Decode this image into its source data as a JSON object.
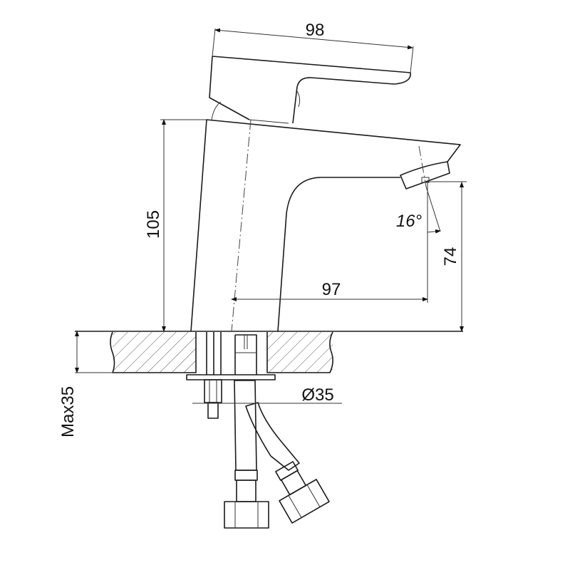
{
  "title": "Basin mixer technical drawing",
  "dimensions": {
    "handle_length": "98",
    "body_height": "105",
    "spout_reach": "97",
    "spout_height": "74",
    "spout_angle": "16°",
    "hole_diameter": "Ø35",
    "max_counter_thickness": "Max35"
  },
  "colors": {
    "line": "#1a1a1a",
    "background": "#ffffff"
  }
}
